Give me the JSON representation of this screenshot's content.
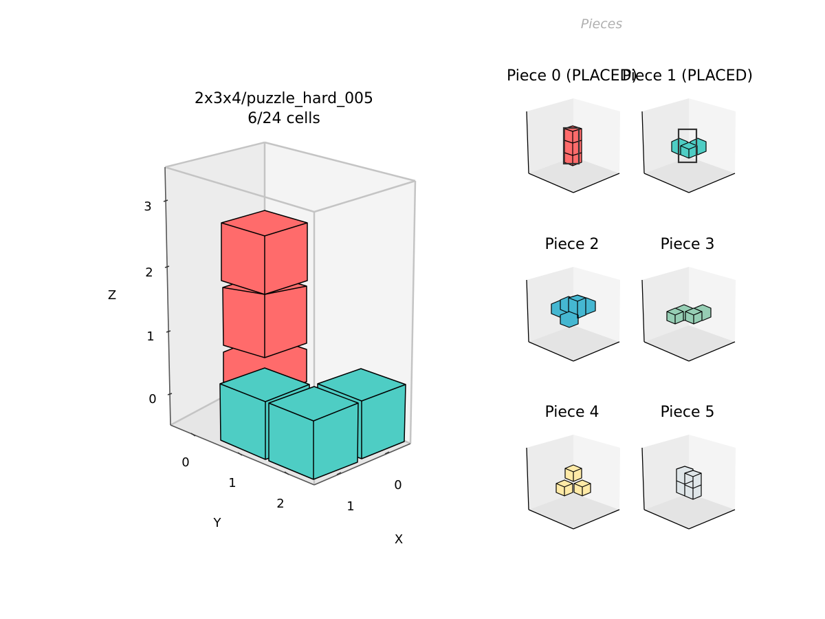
{
  "figure": {
    "title": "Pieces"
  },
  "main_view": {
    "title_line1": "2x3x4/puzzle_hard_005",
    "title_line2": "6/24 cells",
    "axis_labels": {
      "x": "X",
      "y": "Y",
      "z": "Z"
    },
    "x_ticks": [
      "0",
      "1"
    ],
    "y_ticks": [
      "0",
      "1",
      "2"
    ],
    "z_ticks": [
      "0",
      "1",
      "2",
      "3"
    ]
  },
  "pieces": [
    {
      "title": "Piece 0 (PLACED)",
      "color": "#ff6b6b",
      "placed": true
    },
    {
      "title": "Piece 1 (PLACED)",
      "color": "#4ecdc4",
      "placed": true
    },
    {
      "title": "Piece 2",
      "color": "#45b7d1",
      "placed": false
    },
    {
      "title": "Piece 3",
      "color": "#96ceb4",
      "placed": false
    },
    {
      "title": "Piece 4",
      "color": "#ffeaa7",
      "placed": false
    },
    {
      "title": "Piece 5",
      "color": "#dfe6e9",
      "placed": false
    }
  ]
}
